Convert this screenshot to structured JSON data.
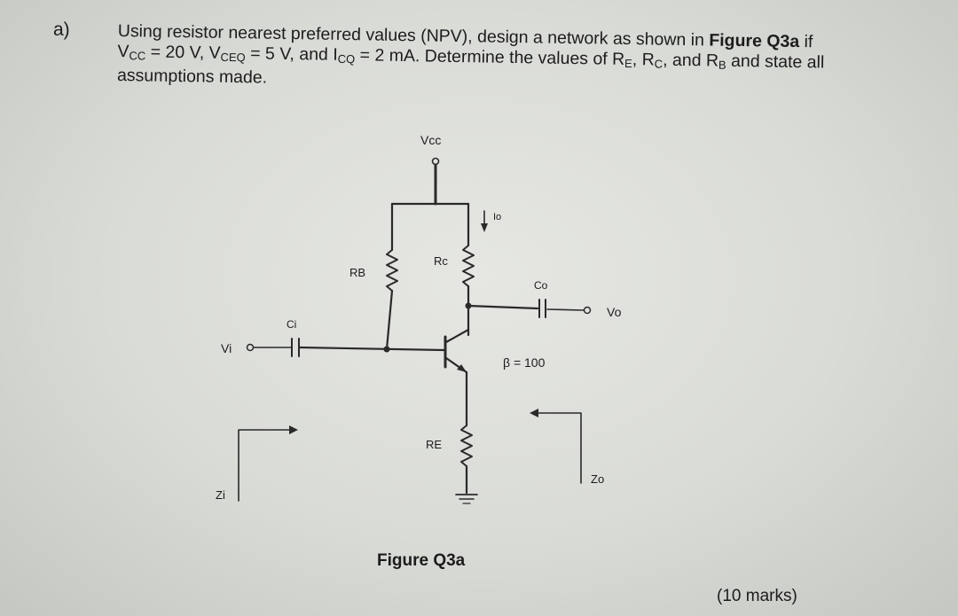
{
  "question": {
    "label": "a)",
    "p1": "Using resistor nearest preferred values (NPV), design a network as shown in ",
    "figure_ref": "Figure Q3a",
    "p2": " if V",
    "vcc_sub": "CC",
    "p3": " = 20 V, V",
    "vceq_sub": "CEQ",
    "p4": " = 5 V, and I",
    "icq_sub": "CQ",
    "p5": " = 2 mA. Determine the values of R",
    "re_sub": "E",
    "p6": ", R",
    "rc_sub": "C",
    "p7": ", and R",
    "rb_sub": "B",
    "p8": " and state all assumptions made."
  },
  "circuit": {
    "vcc": "Vcc",
    "rb": "RB",
    "rc": "Rc",
    "re": "RE",
    "io": "Io",
    "co": "Co",
    "ci": "Ci",
    "vi": "Vi",
    "vo": "Vo",
    "beta": "β = 100",
    "zi": "Zi",
    "zo": "Zo"
  },
  "caption": "Figure Q3a",
  "marks": "(10 marks)"
}
